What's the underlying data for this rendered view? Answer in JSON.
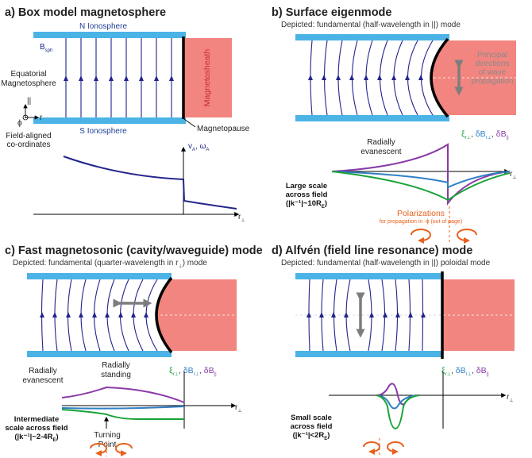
{
  "panel_a": {
    "title": "a) Box model magnetosphere",
    "n_ionosphere": "N Ionosphere",
    "s_ionosphere": "S Ionosphere",
    "b_sph": "B",
    "b_sph_sub": "sph",
    "equatorial_line1": "Equatorial",
    "equatorial_line2": "Magnetosphere",
    "magnetosheath": "Magnetosheath",
    "magnetopause": "Magnetopause",
    "coords_line1": "Field-aligned",
    "coords_line2": "co-ordinates",
    "coord_par": "||",
    "coord_phi": "ϕ",
    "coord_r": "r",
    "axis_va": "v",
    "axis_va_sub": "A",
    "axis_omega": ", ω",
    "axis_omega_sub": "A",
    "axis_r": "r",
    "axis_r_sub": "⊥"
  },
  "panel_b": {
    "title": "b) Surface eigenmode",
    "subtitle": "Depicted: fundamental (half-wavelength in ||) mode",
    "principal_1": "Principal",
    "principal_2": "directions",
    "principal_3": "of wave",
    "principal_4": "propagation",
    "radially_1": "Radially",
    "radially_2": "evanescent",
    "legend_xi": "ξ",
    "legend_db1": "δB",
    "legend_db2": "δB",
    "scale_1": "Large scale",
    "scale_2": "across field",
    "scale_3": "(|k⁻¹|~10R",
    "scale_3b": ")",
    "polar_1": "Polarizations",
    "polar_2": "for propagation in -ϕ",
    "polar_2b": " (out of page)",
    "axis_r": "r"
  },
  "panel_c": {
    "title": "c) Fast magnetosonic (cavity/waveguide) mode",
    "subtitle": "Depicted: fundamental (quarter-wavelength in r",
    "subtitle_end": ") mode",
    "evanescent_1": "Radially",
    "evanescent_2": "evanescent",
    "standing_1": "Radially",
    "standing_2": "standing",
    "legend_xi": "ξ",
    "legend_db1": "δB",
    "legend_db2": "δB",
    "scale_1": "Intermediate",
    "scale_2": "scale across field",
    "scale_3": "(|k⁻¹|~2-4R",
    "scale_3b": ")",
    "turning_1": "Turning",
    "turning_2": "Point",
    "axis_r": "r"
  },
  "panel_d": {
    "title": "d) Alfvén (field line resonance) mode",
    "subtitle": "Depicted: fundamental (half-wavelength in ||) poloidal mode",
    "legend_xi": "ξ",
    "legend_db1": "δB",
    "legend_db2": "δB",
    "scale_1": "Small scale",
    "scale_2": "across field",
    "scale_3": "(|k⁻¹|<2R",
    "scale_3b": ")",
    "axis_r": "r"
  },
  "colors": {
    "ionosphere": "#4bb3e6",
    "sheath": "#f2857f",
    "field": "#23238c",
    "xi": "#19a337",
    "db_r": "#2f7fc4",
    "db_par": "#8a3aa6",
    "orange": "#e8611c",
    "arrow_gray": "#8a8a8a"
  }
}
